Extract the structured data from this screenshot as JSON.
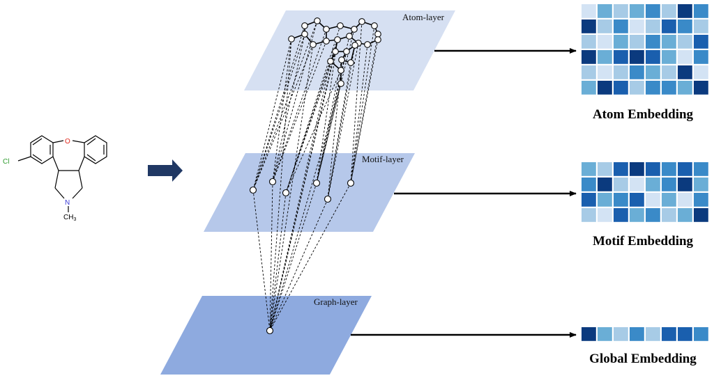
{
  "molecule": {
    "labels": {
      "chlorine": "Cl",
      "oxygen": "O",
      "nitrogen": "N",
      "methyl": "CH",
      "methyl_sub": "3"
    },
    "colors": {
      "chlorine": "#2e9b2e",
      "oxygen": "#e0261b",
      "nitrogen": "#3a3ad6",
      "bond": "#000000"
    }
  },
  "layers": {
    "atom": {
      "label": "Atom-layer",
      "color": "#d6e0f2"
    },
    "motif": {
      "label": "Motif-layer",
      "color": "#b6c8ea"
    },
    "graph": {
      "label": "Graph-layer",
      "color": "#8eaadf"
    }
  },
  "embeddings": {
    "atom": {
      "label": "Atom Embedding",
      "grid": [
        [
          1,
          3,
          2,
          3,
          4,
          2,
          6,
          4
        ],
        [
          6,
          2,
          4,
          1,
          2,
          5,
          4,
          2
        ],
        [
          2,
          1,
          3,
          2,
          4,
          3,
          2,
          5
        ],
        [
          6,
          3,
          5,
          6,
          5,
          3,
          1,
          4
        ],
        [
          2,
          1,
          2,
          4,
          3,
          2,
          6,
          1
        ],
        [
          3,
          6,
          5,
          2,
          4,
          4,
          3,
          6
        ]
      ]
    },
    "motif": {
      "label": "Motif Embedding",
      "grid": [
        [
          3,
          2,
          5,
          6,
          5,
          4,
          5,
          4
        ],
        [
          4,
          6,
          2,
          1,
          3,
          4,
          6,
          3
        ],
        [
          5,
          3,
          4,
          5,
          1,
          3,
          1,
          4
        ],
        [
          2,
          1,
          5,
          3,
          4,
          2,
          3,
          6
        ]
      ]
    },
    "global": {
      "label": "Global Embedding",
      "grid": [
        [
          6,
          3,
          2,
          4,
          2,
          5,
          5,
          4
        ]
      ]
    }
  },
  "palette": [
    "#ffffff",
    "#d3e3f4",
    "#a7cbe6",
    "#6aaed6",
    "#3a8ac8",
    "#1a5fae",
    "#0b3a7e"
  ]
}
